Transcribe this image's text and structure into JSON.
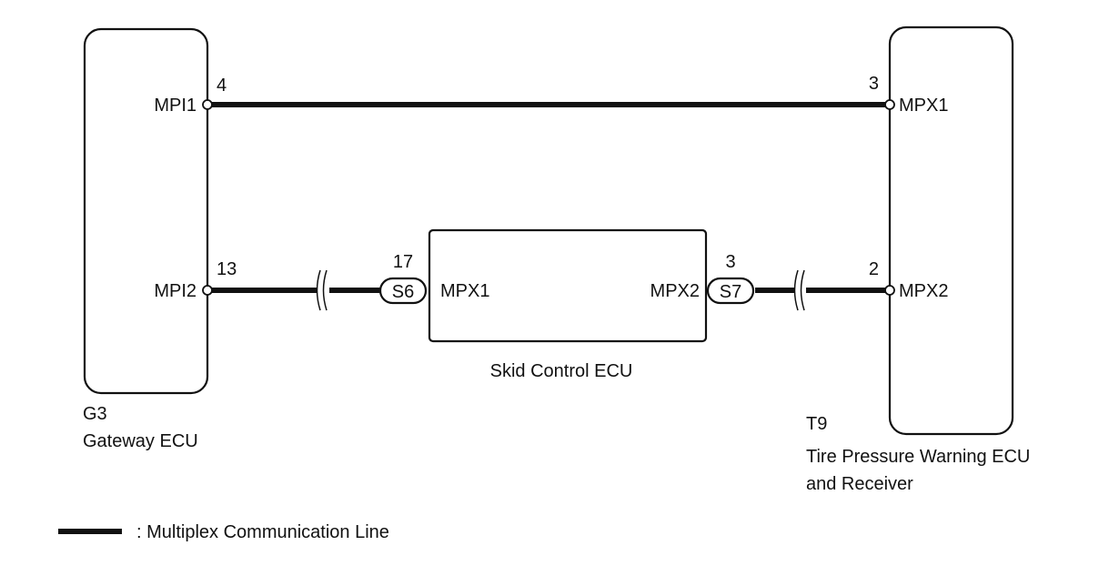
{
  "components": {
    "gateway": {
      "code": "G3",
      "name": "Gateway ECU",
      "pins": {
        "mpi1": {
          "label": "MPI1",
          "number": "4"
        },
        "mpi2": {
          "label": "MPI2",
          "number": "13"
        }
      }
    },
    "skid": {
      "name": "Skid Control ECU",
      "pins": {
        "mpx1": {
          "label": "MPX1",
          "number": "17"
        },
        "mpx2": {
          "label": "MPX2",
          "number": "3"
        }
      }
    },
    "tpms": {
      "code": "T9",
      "name_line1": "Tire Pressure Warning ECU",
      "name_line2": "and Receiver",
      "pins": {
        "mpx1": {
          "label": "MPX1",
          "number": "3"
        },
        "mpx2": {
          "label": "MPX2",
          "number": "2"
        }
      }
    }
  },
  "connectors": {
    "s6": "S6",
    "s7": "S7"
  },
  "legend": {
    "label": ": Multiplex Communication Line"
  }
}
